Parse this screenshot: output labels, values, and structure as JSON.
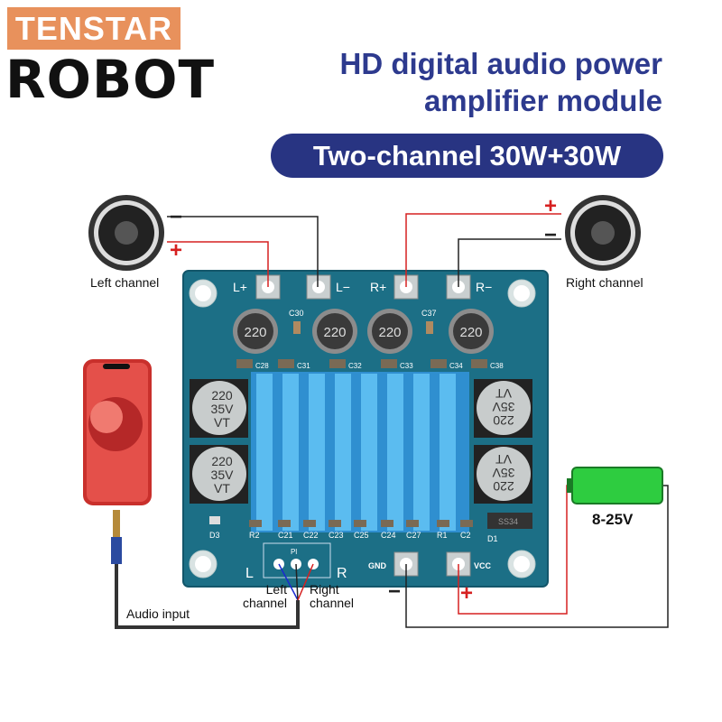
{
  "brand": {
    "line1": "TENSTAR",
    "line2": "ROBOT"
  },
  "title": {
    "line1": "HD digital audio power",
    "line2": "amplifier module"
  },
  "badge": "Two-channel 30W+30W",
  "speakers": {
    "left_label": "Left channel",
    "right_label": "Right channel"
  },
  "polarity": {
    "plus": "+",
    "minus": "−"
  },
  "board": {
    "output_terminals": [
      "L+",
      "L−",
      "R+",
      "R−"
    ],
    "inductors": [
      "220",
      "220",
      "220",
      "220"
    ],
    "caps_top": [
      "C30",
      "C37"
    ],
    "caps_row": [
      "C28",
      "C31",
      "C32",
      "C33",
      "C34",
      "C38"
    ],
    "electrolytic": [
      "220\n35V\nVT"
    ],
    "electrolytic_text": {
      "l1": "220",
      "l2": "35V",
      "l3": "VT"
    },
    "bottom_parts": [
      "D3",
      "R2",
      "C21",
      "C22",
      "C23",
      "C25",
      "C24",
      "C27",
      "R1",
      "C2",
      "D1"
    ],
    "diode_code": "SS34",
    "input_header": "Pl",
    "input_l": "L",
    "input_r": "R",
    "gnd": "GND",
    "vcc": "VCC"
  },
  "audio": {
    "input_label": "Audio input",
    "left_channel": "Left channel",
    "right_channel": "Right channel"
  },
  "power": {
    "voltage": "8-25V"
  },
  "colors": {
    "brand_orange": "#e8915c",
    "title_blue": "#2d3a8e",
    "pcb": "#1c6f86",
    "heatsink": "#3aa6e0",
    "battery": "#2ecc40",
    "wire_red": "#d62020",
    "wire_black": "#222222"
  }
}
